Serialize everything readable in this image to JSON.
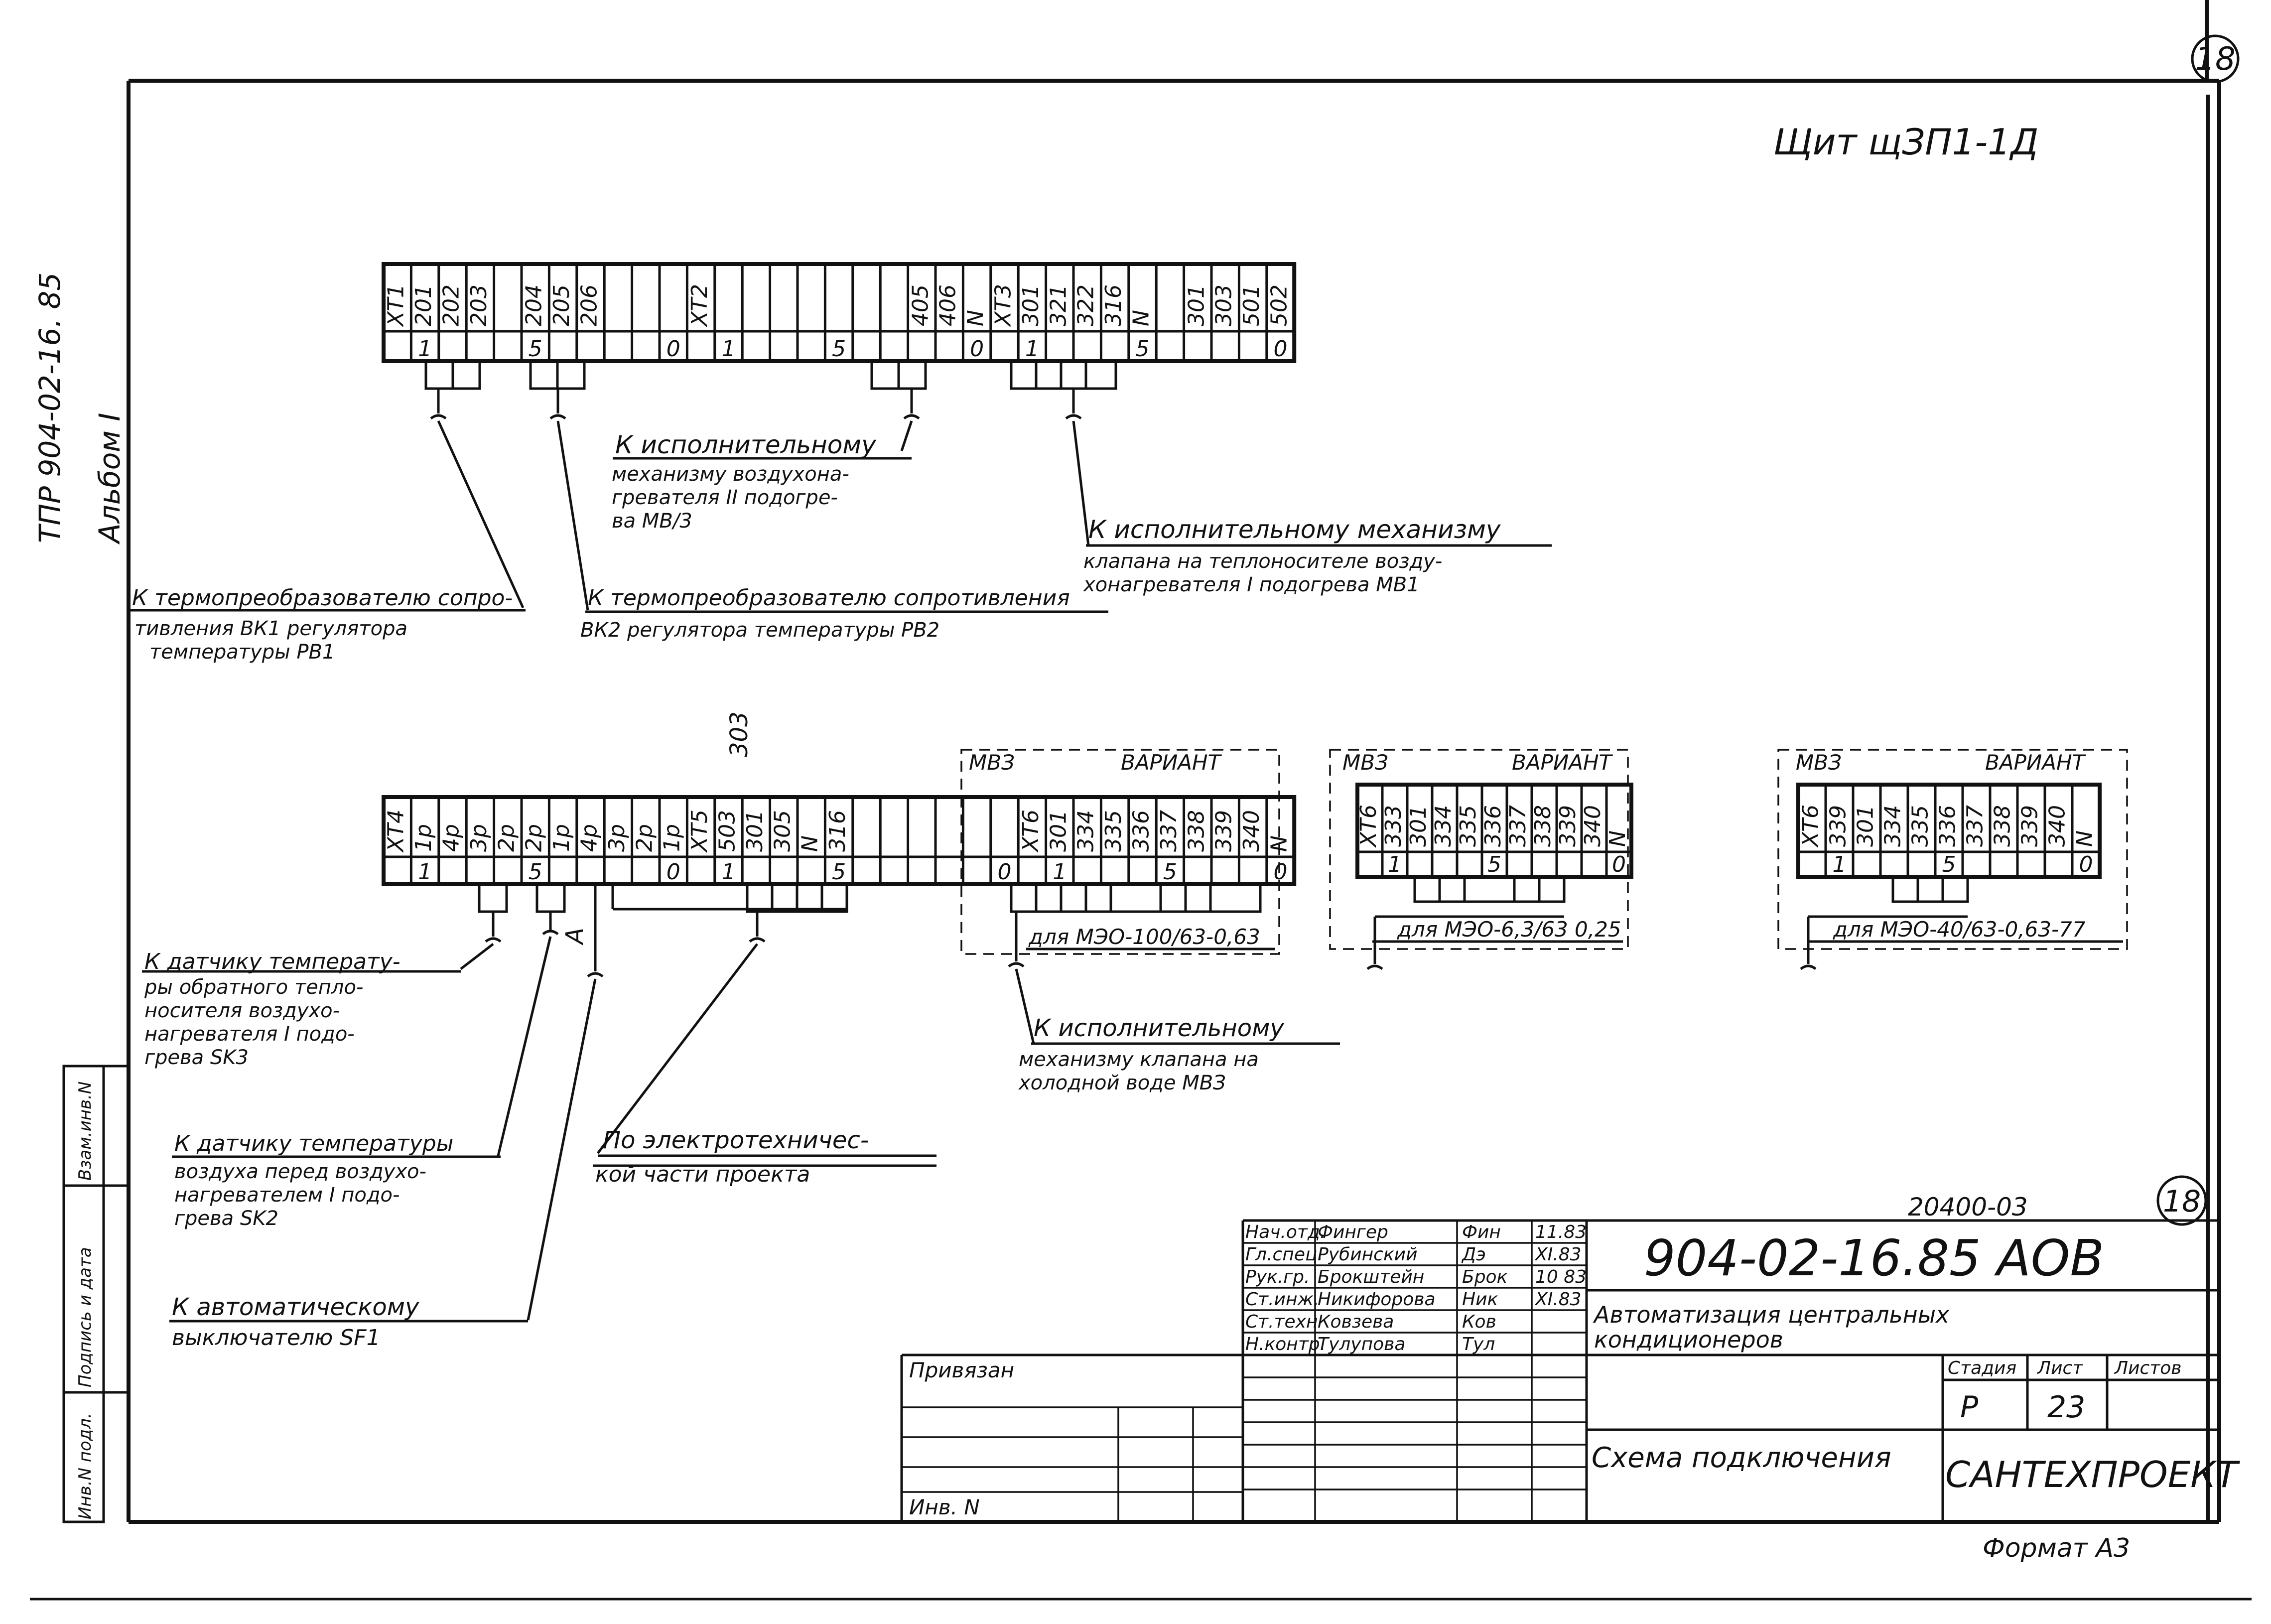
{
  "sheet_number": "18",
  "board_title": "Щит щЗП1-1Д",
  "side_stamp": {
    "line1": "ТПР 904-02-16. 85",
    "line2": "Альбом I"
  },
  "side_box_labels": [
    "Инв.N подл.",
    "Подпись и дата",
    "Взам.инв.N"
  ],
  "strip1": {
    "cells": [
      "XT1",
      "201",
      "202",
      "203",
      "",
      "204",
      "205",
      "206",
      "",
      "",
      "",
      "XT2",
      "",
      "",
      "",
      "",
      "",
      "",
      "",
      "405",
      "406",
      "N",
      "XT3",
      "301",
      "321",
      "322",
      "316",
      "N",
      "",
      "301",
      "303",
      "501",
      "502"
    ],
    "indices": [
      {
        "cell": 1,
        "text": "1"
      },
      {
        "cell": 5,
        "text": "5"
      },
      {
        "cell": 10,
        "text": "0"
      },
      {
        "cell": 12,
        "text": "1"
      },
      {
        "cell": 16,
        "text": "5"
      },
      {
        "cell": 21,
        "text": "0"
      },
      {
        "cell": 23,
        "text": "1"
      },
      {
        "cell": 27,
        "text": "5"
      },
      {
        "cell": 32,
        "text": "0"
      }
    ]
  },
  "strip2": {
    "cells": [
      "XT4",
      "1р",
      "4р",
      "3р",
      "2р",
      "2р",
      "1р",
      "4р",
      "3р",
      "2р",
      "1р",
      "XT5",
      "503",
      "301",
      "305",
      "N",
      "316",
      "",
      "",
      "",
      "",
      "",
      "",
      "XT6",
      "301",
      "334",
      "335",
      "336",
      "337",
      "338",
      "339",
      "340",
      "N"
    ],
    "indices": [
      {
        "cell": 1,
        "text": "1"
      },
      {
        "cell": 5,
        "text": "5"
      },
      {
        "cell": 10,
        "text": "0"
      },
      {
        "cell": 12,
        "text": "1"
      },
      {
        "cell": 16,
        "text": "5"
      },
      {
        "cell": 22,
        "text": "0"
      },
      {
        "cell": 24,
        "text": "1"
      },
      {
        "cell": 28,
        "text": "5"
      },
      {
        "cell": 32,
        "text": "0"
      }
    ],
    "label_above": "303",
    "wire_mark": "A"
  },
  "variants": [
    {
      "module": "МВЗ",
      "label": "ВАРИАНТ",
      "note": "для МЭО-100/63-0,63"
    },
    {
      "module": "МВЗ",
      "label": "ВАРИАНТ",
      "note": "для МЭО-6,3/63 0,25",
      "cells": [
        "XT6",
        "333",
        "301",
        "334",
        "335",
        "336",
        "337",
        "338",
        "339",
        "340",
        "N"
      ],
      "indices": [
        {
          "cell": 1,
          "text": "1"
        },
        {
          "cell": 5,
          "text": "5"
        },
        {
          "cell": 10,
          "text": "0"
        }
      ]
    },
    {
      "module": "МВЗ",
      "label": "ВАРИАНТ",
      "note": "для МЭО-40/63-0,63-77",
      "cells": [
        "XT6",
        "339",
        "301",
        "334",
        "335",
        "336",
        "337",
        "338",
        "339",
        "340",
        "N"
      ],
      "indices": [
        {
          "cell": 1,
          "text": "1"
        },
        {
          "cell": 5,
          "text": "5"
        },
        {
          "cell": 10,
          "text": "0"
        }
      ]
    }
  ],
  "notes": {
    "n1": [
      "К исполнительному",
      "механизму воздухона-",
      "гревателя II подогре-",
      "ва  МВ/3"
    ],
    "n2": [
      "К исполнительному механизму",
      "клапана на теплоносителе возду-",
      "хонагревателя I подогрева МВ1"
    ],
    "n3": [
      "К термопреобразователю сопро-",
      "тивления ВК1 регулятора",
      "температуры  РВ1"
    ],
    "n4": [
      "К термопреобразователю сопротивления",
      "ВК2 регулятора температуры РВ2"
    ],
    "n5": [
      "К датчику температу-",
      "ры обратного тепло-",
      "носителя воздухо-",
      "нагревателя I подо-",
      "грева SK3"
    ],
    "n6": [
      "К исполнительному",
      "механизму клапана на",
      "холодной воде  МВЗ"
    ],
    "n7": [
      "К датчику температуры",
      "воздуха перед воздухо-",
      "нагревателем I подо-",
      "грева SK2"
    ],
    "n8": [
      "По электротехничес-",
      "кой части проекта"
    ],
    "n9": [
      "К автоматическому",
      "выключателю SF1"
    ]
  },
  "title_block": {
    "ref_number": "20400-03",
    "ref_sheet": "18",
    "doc_code": "904-02-16.85  АОВ",
    "roles": [
      {
        "role": "Нач.отд.",
        "name": "Фингер",
        "sign": "Фин",
        "date": "11.83"
      },
      {
        "role": "Гл.спец.",
        "name": "Рубинский",
        "sign": "Дэ",
        "date": "XI.83"
      },
      {
        "role": "Рук.гр.",
        "name": "Брокштейн",
        "sign": "Брок",
        "date": "10 83"
      },
      {
        "role": "Ст.инж.",
        "name": "Никифорова",
        "sign": "Ник",
        "date": "XI.83"
      },
      {
        "role": "Ст.техн",
        "name": "Ковзева",
        "sign": "Ков",
        "date": ""
      },
      {
        "role": "Н.контр.",
        "name": "Тулупова",
        "sign": "Тул",
        "date": ""
      }
    ],
    "project_name_1": "Автоматизация центральных",
    "project_name_2": "кондиционеров",
    "stage_header": "Стадия",
    "sheet_header": "Лист",
    "sheets_header": "Листов",
    "stage": "Р",
    "sheet": "23",
    "sheets": "",
    "drawing_title": "Схема подключения",
    "organization": "САНТЕХПРОЕКТ",
    "privyazan": "Привязан",
    "inv_no": "Инв. N",
    "format": "Формат А3"
  }
}
